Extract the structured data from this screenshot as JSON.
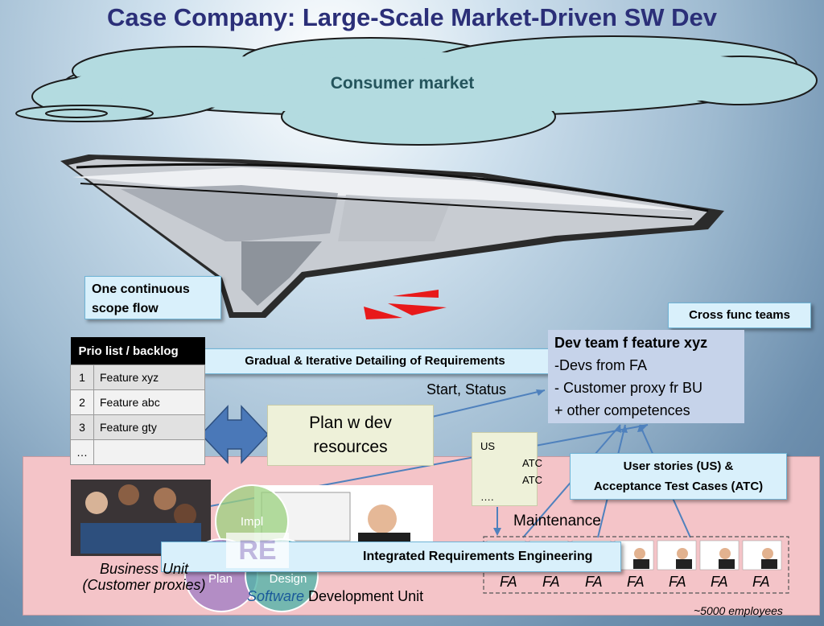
{
  "title": "Case Company: Large-Scale Market-Driven SW Dev",
  "cloud": {
    "label": "Consumer market"
  },
  "callouts": {
    "scope_flow": "One continuous scope flow",
    "cross_func": "Cross func teams",
    "gradual": "Gradual & Iterative Detailing of Requirements",
    "user_stories_line1": "User stories (US) &",
    "user_stories_line2": "Acceptance Test Cases (ATC)",
    "integrated": "Integrated Requirements Engineering"
  },
  "backlog": {
    "header": "Prio list / backlog",
    "rows": [
      {
        "num": "1",
        "feature": "Feature xyz"
      },
      {
        "num": "2",
        "feature": "Feature abc"
      },
      {
        "num": "3",
        "feature": "Feature gty"
      },
      {
        "num": "…",
        "feature": ""
      }
    ]
  },
  "plan_box": {
    "line1": "Plan w dev",
    "line2": "resources"
  },
  "start_status": "Start, Status",
  "dev_team": {
    "title": "Dev team f feature xyz",
    "line1": "-Devs from FA",
    "line2": "- Customer proxy fr BU",
    "line3": "+ other competences"
  },
  "us_box": {
    "line1": "US",
    "line2": "ATC",
    "line3": "ATC",
    "line4": "…."
  },
  "maintenance": "Maintenance",
  "fa_labels": [
    "FA",
    "FA",
    "FA",
    "FA",
    "FA",
    "FA",
    "FA"
  ],
  "business_unit": {
    "line1": "Business Unit",
    "line2": "(Customer proxies)"
  },
  "sw_unit": {
    "part1": "Software",
    "part2": " Development Unit"
  },
  "venn": {
    "center": "RE",
    "top": "Impl",
    "left": "Plan",
    "right": "Design"
  },
  "employees": "~5000 employees",
  "colors": {
    "title": "#2b2f78",
    "callout_bg": "#d9f0fb",
    "pink_area": "#f4c4c8",
    "dev_team_bg": "#c6d3ea",
    "arrow_blue": "#4f81bd"
  }
}
